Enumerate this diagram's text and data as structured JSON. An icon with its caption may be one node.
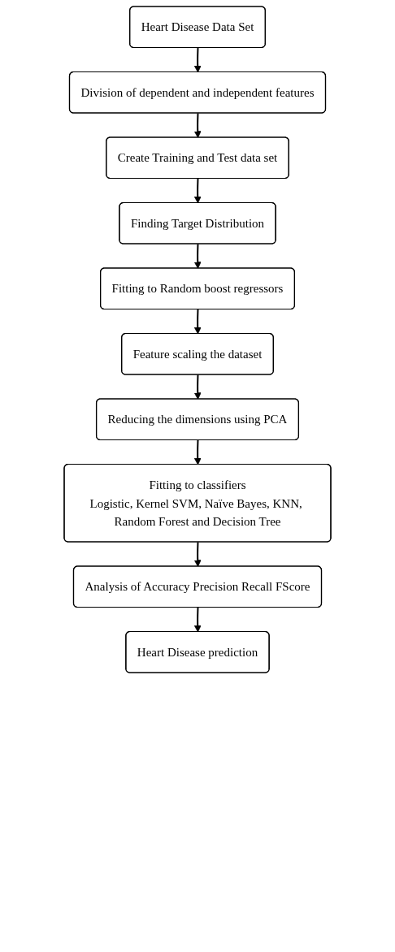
{
  "diagram": {
    "nodes": [
      {
        "text": [
          "Heart Disease Data Set"
        ]
      },
      {
        "text": [
          "Division of dependent and independent features"
        ]
      },
      {
        "text": [
          "Create Training and Test data set"
        ]
      },
      {
        "text": [
          "Finding Target Distribution"
        ]
      },
      {
        "text": [
          "Fitting to Random boost regressors"
        ]
      },
      {
        "text": [
          "Feature scaling the dataset"
        ]
      },
      {
        "text": [
          "Reducing the dimensions using PCA"
        ]
      },
      {
        "text": [
          "Fitting to classifiers",
          "Logistic, Kernel SVM, Naïve Bayes, KNN, Random Forest and Decision Tree"
        ]
      },
      {
        "text": [
          "Analysis of Accuracy Precision Recall FScore"
        ]
      },
      {
        "text": [
          "Heart Disease prediction"
        ]
      }
    ],
    "edges": [
      {
        "from": 0,
        "to": 1,
        "arrow": "to"
      },
      {
        "from": 1,
        "to": 2,
        "arrow": "to"
      },
      {
        "from": 2,
        "to": 3,
        "arrow": "to"
      },
      {
        "from": 3,
        "to": 4,
        "arrow": "to"
      },
      {
        "from": 4,
        "to": 5,
        "arrow": "to"
      },
      {
        "from": 5,
        "to": 6,
        "arrow": "to"
      },
      {
        "from": 6,
        "to": 7,
        "arrow": "to"
      },
      {
        "from": 7,
        "to": 8,
        "arrow": "to"
      },
      {
        "from": 8,
        "to": 9,
        "arrow": "to"
      }
    ]
  }
}
